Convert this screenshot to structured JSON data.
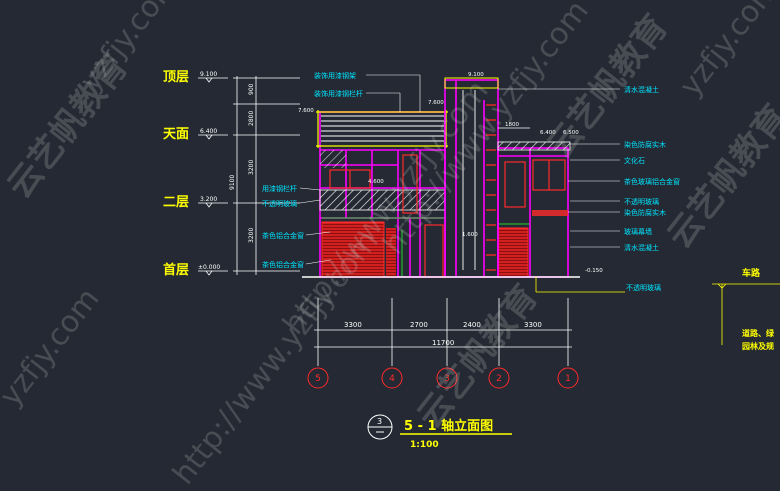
{
  "levels": [
    {
      "name": "顶层",
      "elev": "9.100"
    },
    {
      "name": "天面",
      "elev": "6.400"
    },
    {
      "name": "二层",
      "elev": "3.200"
    },
    {
      "name": "首层",
      "elev": "±0.000"
    }
  ],
  "left_dims": {
    "d1": "900",
    "d2": "2800",
    "d3": "3200",
    "d4": "3200",
    "total": "9100"
  },
  "small_elevs": {
    "e1": "7.600",
    "e2": "7.600",
    "e3": "9.100",
    "e4": "6.400",
    "e5": "6.500",
    "e6": "4.600",
    "e7": "1.600",
    "e8": "-0.150"
  },
  "left_callouts": [
    "装饰用漆钢架",
    "装饰用漆钢栏杆",
    "用漆钢栏杆",
    "不透明玻璃",
    "茶色铝合金窗",
    "茶色铝合金窗"
  ],
  "right_callouts": [
    "清水混凝土",
    "染色防腐实木",
    "文化石",
    "茶色玻璃铝合金窗",
    "不透明玻璃",
    "染色防腐实木",
    "玻璃幕墙",
    "清水混凝土",
    "不透明玻璃"
  ],
  "bottom_dims": {
    "s1": "3300",
    "s2": "2700",
    "s3": "2400",
    "s4": "3300",
    "total": "11700"
  },
  "mid_dim": "1800",
  "axes": [
    "5",
    "4",
    "3",
    "2",
    "1"
  ],
  "title": {
    "num": "3",
    "text": "5 - 1 轴立面图",
    "scale": "1:100"
  },
  "side": {
    "road": "车路",
    "note1": "道路、绿",
    "note2": "园林及规"
  },
  "watermarks": [
    "http://www.yzfjy.com",
    "云艺帆教育",
    "云艺帆教育",
    "yzfjy.com",
    "http://www.yzfjy.com",
    "云艺帆教育",
    "yzfjy.com",
    "http://www.yzfjy.com",
    "yzfjy.com",
    "云艺帆教育"
  ],
  "colors": {
    "bg": "#242933",
    "yellow": "#ffff00",
    "magenta": "#ff00ff",
    "red": "#ff2a2a",
    "cyan": "#00e5ff",
    "green": "#29d12a",
    "white": "#ffffff"
  }
}
